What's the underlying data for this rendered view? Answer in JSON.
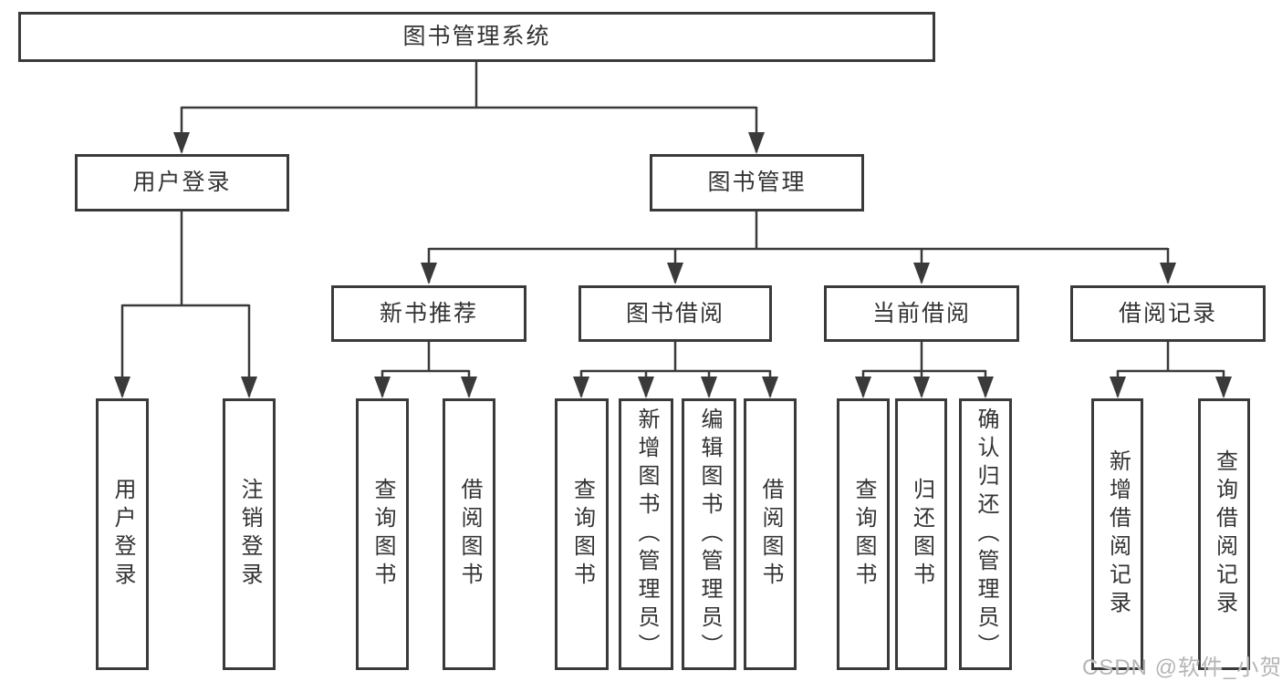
{
  "diagram": {
    "root": {
      "label": "图书管理系统"
    },
    "branches": [
      {
        "label": "用户登录",
        "children": [
          {
            "label": "用户登录"
          },
          {
            "label": "注销登录"
          }
        ]
      },
      {
        "label": "图书管理",
        "sections": [
          {
            "label": "新书推荐",
            "children": [
              {
                "label": "查询图书"
              },
              {
                "label": "借阅图书"
              }
            ]
          },
          {
            "label": "图书借阅",
            "children": [
              {
                "label": "查询图书"
              },
              {
                "label": "新增图书（管理员）"
              },
              {
                "label": "编辑图书（管理员）"
              },
              {
                "label": "借阅图书"
              }
            ]
          },
          {
            "label": "当前借阅",
            "children": [
              {
                "label": "查询图书"
              },
              {
                "label": "归还图书"
              },
              {
                "label": "确认归还（管理员）"
              }
            ]
          },
          {
            "label": "借阅记录",
            "children": [
              {
                "label": "新增借阅记录"
              },
              {
                "label": "查询借阅记录"
              }
            ]
          }
        ]
      }
    ]
  },
  "watermark": {
    "text": "CSDN @软件_小贺同学"
  },
  "colors": {
    "line": "#3a3a3a",
    "text": "#333333",
    "background": "#ffffff",
    "watermark": "#b5b5b5"
  }
}
